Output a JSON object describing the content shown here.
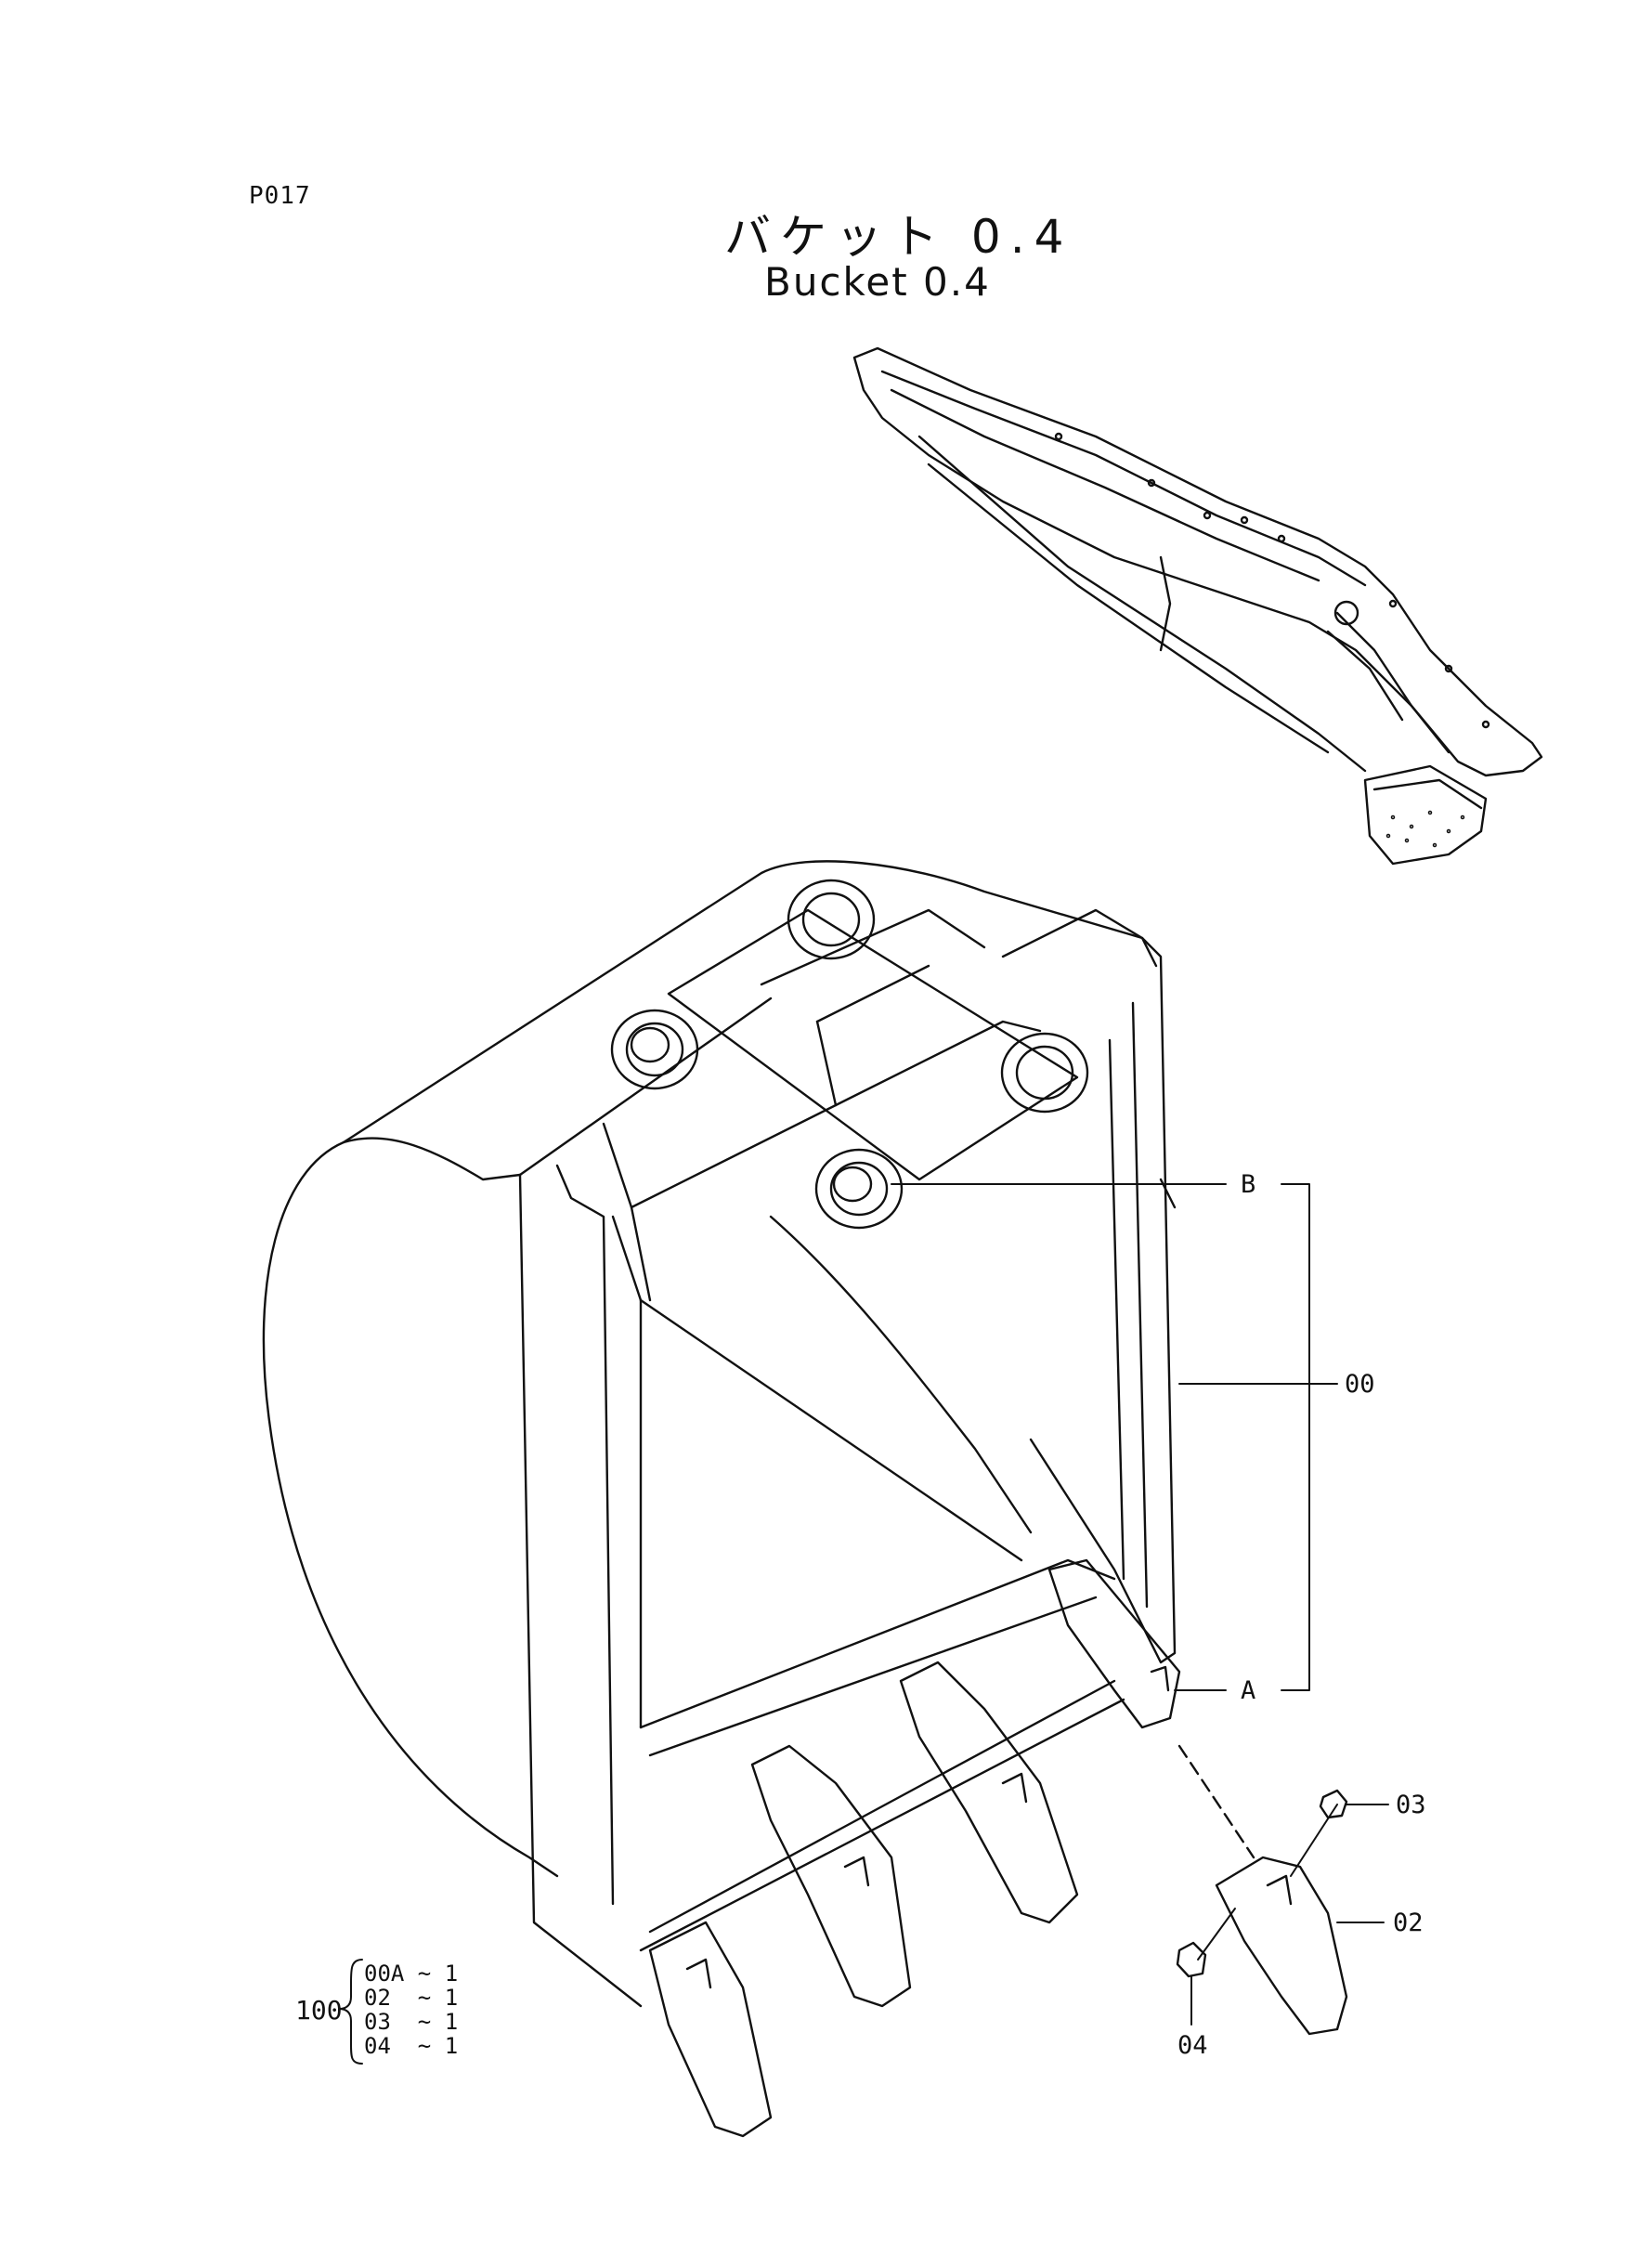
{
  "page_code": "P017",
  "title_jp": "バケット 0.4",
  "title_en": "Bucket 0.4",
  "callouts": {
    "b": "B",
    "assy": "00",
    "a": "A",
    "part_03": "03",
    "part_02": "02",
    "part_04": "04"
  },
  "kit": {
    "number": "100",
    "items": [
      "00A ~ 1",
      "02  ~ 1",
      "03  ~ 1",
      "04  ~ 1"
    ]
  }
}
